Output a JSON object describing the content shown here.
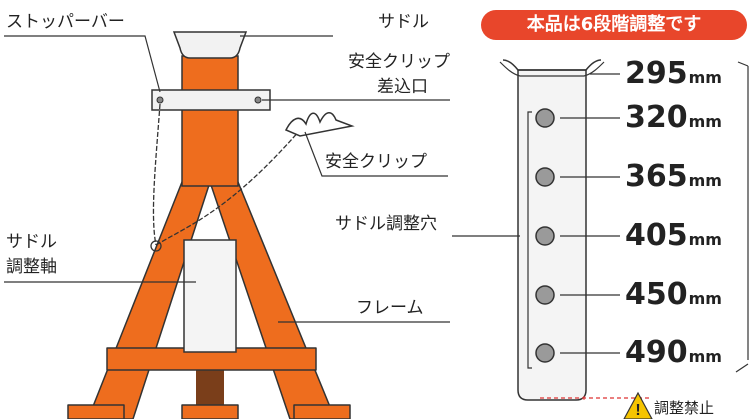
{
  "labels": {
    "stopper_bar": "ストッパーバー",
    "saddle": "サドル",
    "clip_inlet_line1": "安全クリップ",
    "clip_inlet_line2": "差込口",
    "safety_clip": "安全クリップ",
    "saddle_shaft_line1": "サドル",
    "saddle_shaft_line2": "調整軸",
    "saddle_holes": "サドル調整穴",
    "frame": "フレーム"
  },
  "banner": "本品は6段階調整です",
  "unit": "mm",
  "heights": [
    "295",
    "320",
    "365",
    "405",
    "450",
    "490"
  ],
  "warning": "調整禁止",
  "colors": {
    "frame": "#ee6d1e",
    "shaft": "#f4f4f4",
    "stroke": "#333333",
    "banner": "#e8462b",
    "warning": "#f5c400"
  }
}
